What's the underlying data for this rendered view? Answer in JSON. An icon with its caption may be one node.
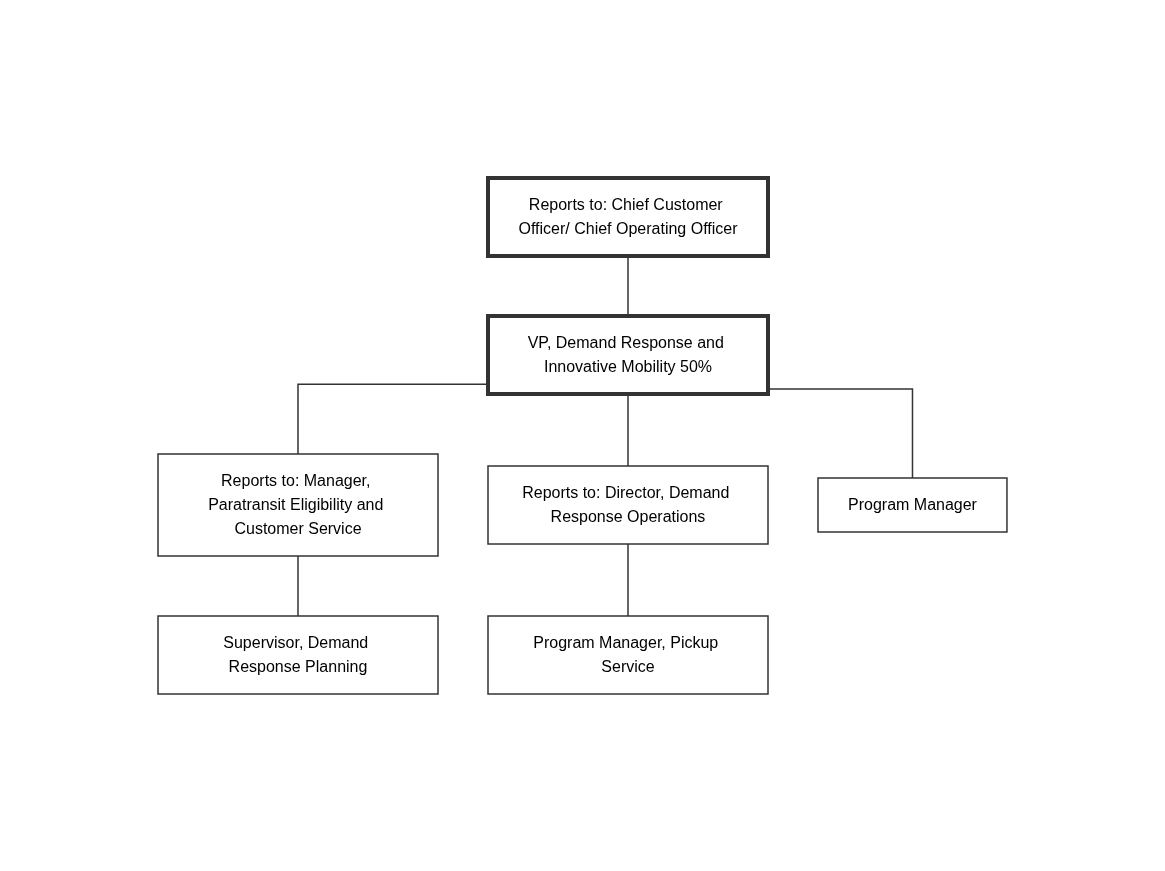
{
  "diagram": {
    "nodes": [
      {
        "text": [
          "Reports to: Chief Customer Officer/ Chief Operating Officer"
        ]
      },
      {
        "text": [
          "VP, Demand Response and Innovative Mobility 50%"
        ]
      },
      {
        "text": [
          "Reports to: Manager, Paratransit Eligibility and Customer Service"
        ]
      },
      {
        "text": [
          "Reports to: Director, Demand Response Operations"
        ]
      },
      {
        "text": [
          "Program Manager"
        ]
      },
      {
        "text": [
          "Supervisor, Demand Response Planning"
        ]
      },
      {
        "text": [
          "Program Manager, Pickup Service"
        ]
      }
    ],
    "edges": [
      {
        "from": 0,
        "to": 1,
        "arrow": "none"
      },
      {
        "from": 1,
        "to": 2,
        "arrow": "none"
      },
      {
        "from": 1,
        "to": 3,
        "arrow": "none"
      },
      {
        "from": 1,
        "to": 4,
        "arrow": "none"
      },
      {
        "from": 2,
        "to": 5,
        "arrow": "none"
      },
      {
        "from": 3,
        "to": 6,
        "arrow": "none"
      }
    ]
  }
}
